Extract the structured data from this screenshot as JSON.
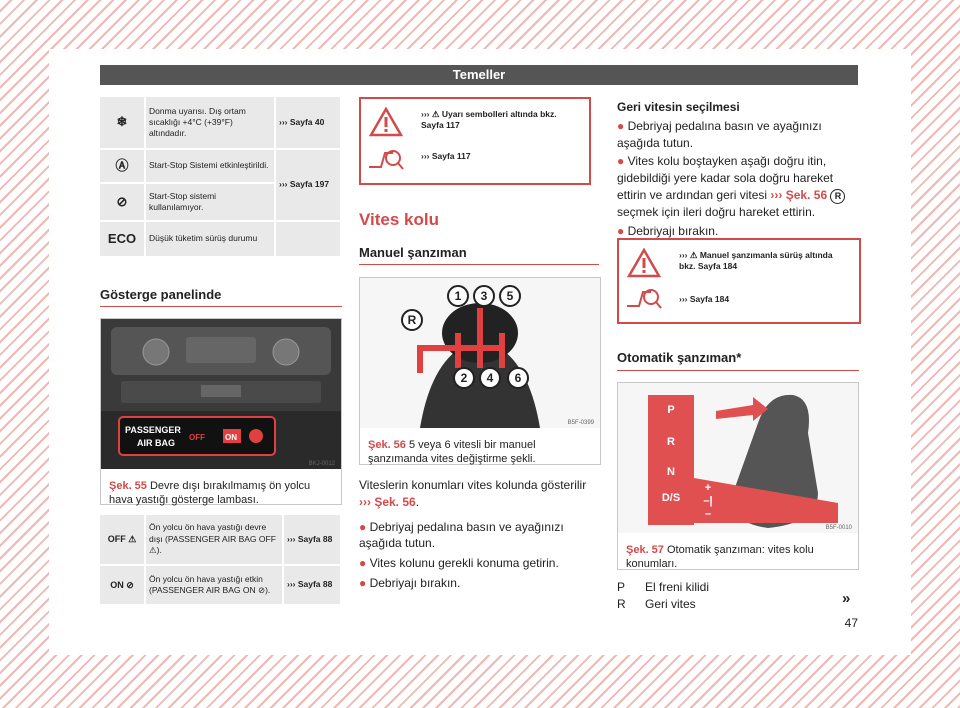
{
  "header": {
    "title": "Temeller"
  },
  "page_number": "47",
  "table1": {
    "rows": [
      {
        "icon": "snowflake-icon",
        "glyph": "❄",
        "desc": "Donma uyarısı. Dış ortam sıcaklığı +4°C (+39°F) altındadır.",
        "ref": "››› Sayfa 40"
      },
      {
        "icon": "start-stop-icon",
        "glyph": "Ⓐ",
        "desc": "Start-Stop Sistemi etkinleştirildi.",
        "ref": "››› Sayfa 197"
      },
      {
        "icon": "start-stop-off-icon",
        "glyph": "⊘",
        "desc": "Start-Stop sistemi kullanılamıyor.",
        "ref": ""
      },
      {
        "icon": "eco-icon",
        "glyph": "ECO",
        "desc": "Düşük tüketim sürüş durumu",
        "ref": ""
      }
    ]
  },
  "left": {
    "section_title": "Gösterge panelinde",
    "fig55": {
      "code": "BKJ-0012",
      "label": "Şek. 55",
      "caption": "Devre dışı bırakılmamış ön yolcu hava yastığı gösterge lambası.",
      "panel_text1": "PASSENGER",
      "panel_text2": "AIR BAG",
      "panel_off": "OFF",
      "panel_on": "ON"
    }
  },
  "table2": {
    "rows": [
      {
        "icon": "airbag-off-icon",
        "glyph": "OFF ⚠",
        "desc": "Ön yolcu ön hava yastığı devre dışı (PASSENGER AIR BAG OFF ⚠).",
        "ref": "››› Sayfa 88"
      },
      {
        "icon": "airbag-on-icon",
        "glyph": "ON ⊘",
        "desc": "Ön yolcu ön hava yastığı etkin (PASSENGER AIR BAG ON ⊘).",
        "ref": "››› Sayfa 88"
      }
    ]
  },
  "middle": {
    "warn1": {
      "line1": "››› ⚠ Uyarı sembolleri altında bkz. Sayfa 117",
      "line2": "››› Sayfa 117"
    },
    "title": "Vites kolu",
    "subtitle": "Manuel şanzıman",
    "fig56": {
      "code": "B5F-0399",
      "label": "Şek. 56",
      "caption": "5 veya 6 vitesli bir manuel şanzımanda vites değiştirme şekli.",
      "gears": [
        "1",
        "3",
        "5",
        "2",
        "4",
        "6",
        "R"
      ]
    },
    "intro": "Viteslerin konumları vites kolunda gösterilir",
    "intro_ref": "››› Şek. 56",
    "bullets": [
      "Debriyaj pedalına basın ve ayağınızı aşağıda tutun.",
      "Vites kolunu gerekli konuma getirin.",
      "Debriyajı bırakın."
    ]
  },
  "right": {
    "heading": "Geri vitesin seçilmesi",
    "bullet1": "Debriyaj pedalına basın ve ayağınızı aşağıda tutun.",
    "bullet2": "Vites kolu boştayken aşağı doğru itin, gidebildiği yere kadar sola doğru hareket ettirin ve ardından geri vitesi",
    "bullet2_ref": "››› Şek. 56",
    "bullet2_circ": "R",
    "bullet2_tail": "seçmek için ileri doğru hareket ettirin.",
    "bullet3": "Debriyajı bırakın.",
    "warn2": {
      "line1": "››› ⚠ Manuel şanzımanla sürüş altında bkz. Sayfa 184",
      "line2": "››› Sayfa 184"
    },
    "section_title": "Otomatik şanzıman*",
    "fig57": {
      "code": "B5F-0010",
      "label": "Şek. 57",
      "caption": "Otomatik şanzıman: vites kolu konumları.",
      "letters": [
        "P",
        "R",
        "N",
        "D/S"
      ],
      "signs": [
        "+",
        "–|",
        "–"
      ]
    },
    "defs": [
      {
        "key": "P",
        "text": "El freni kilidi"
      },
      {
        "key": "R",
        "text": "Geri vites"
      }
    ],
    "continue_mark": "»"
  }
}
